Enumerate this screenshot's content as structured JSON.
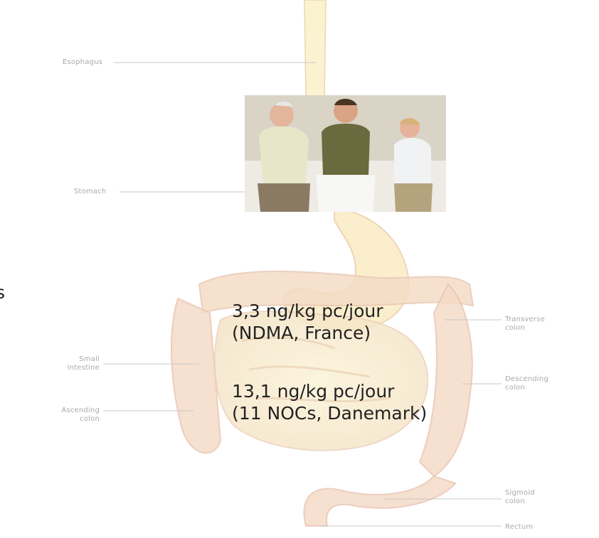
{
  "labels": {
    "esophagus": "Esophagus",
    "stomach": "Stomach",
    "small_intestine": "Small intestine",
    "ascending_colon": "Ascending colon",
    "transverse_colon": "Transverse colon",
    "descending_colon": "Descending colon",
    "sigmoid_colon": "Sigmoid colon",
    "rectum": "Rectum"
  },
  "exposure": {
    "france": "3,3 ng/kg pc/jour",
    "france_note": "(NDMA, France)",
    "denmark": "13,1 ng/kg pc/jour",
    "denmark_note": "(11 NOCs, Danemark)"
  },
  "cut_off_char": "s"
}
